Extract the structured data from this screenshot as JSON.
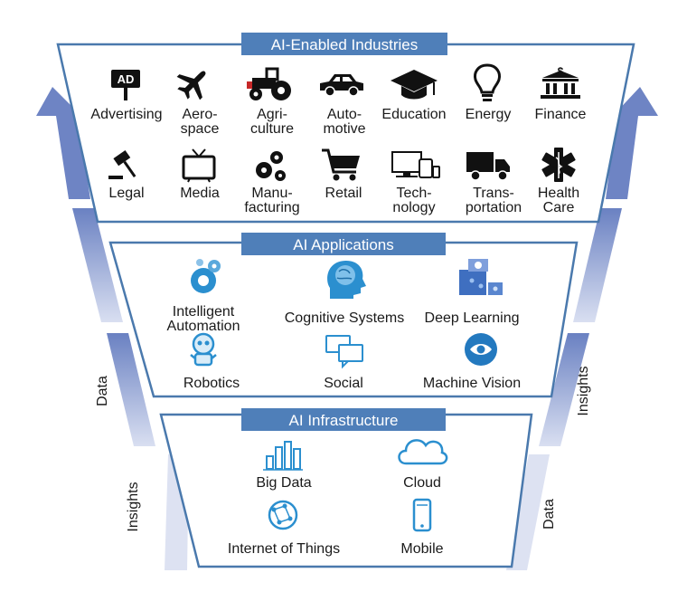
{
  "colors": {
    "frame": "#4a79ad",
    "header_fill": "#4f7fb9",
    "icon_dark": "#111111",
    "icon_blue": "#2b8fcf",
    "arrow_light": "#c9d2ec",
    "arrow_dark": "#6e84c4"
  },
  "tiers": {
    "industries": {
      "title": "AI-Enabled Industries",
      "items": [
        {
          "icon": "ad-sign-icon",
          "lines": [
            "Advertising"
          ]
        },
        {
          "icon": "airplane-icon",
          "lines": [
            "Aero-",
            "space"
          ]
        },
        {
          "icon": "tractor-icon",
          "lines": [
            "Agri-",
            "culture"
          ]
        },
        {
          "icon": "car-icon",
          "lines": [
            "Auto-",
            "motive"
          ]
        },
        {
          "icon": "graduation-cap-icon",
          "lines": [
            "Education"
          ]
        },
        {
          "icon": "lightbulb-icon",
          "lines": [
            "Energy"
          ]
        },
        {
          "icon": "bank-icon",
          "lines": [
            "Finance"
          ]
        },
        {
          "icon": "gavel-icon",
          "lines": [
            "Legal"
          ]
        },
        {
          "icon": "tv-icon",
          "lines": [
            "Media"
          ]
        },
        {
          "icon": "gears-icon",
          "lines": [
            "Manu-",
            "facturing"
          ]
        },
        {
          "icon": "shopping-cart-icon",
          "lines": [
            "Retail"
          ]
        },
        {
          "icon": "devices-icon",
          "lines": [
            "Tech-",
            "nology"
          ]
        },
        {
          "icon": "truck-icon",
          "lines": [
            "Trans-",
            "portation"
          ]
        },
        {
          "icon": "star-of-life-icon",
          "lines": [
            "Health",
            "Care"
          ]
        }
      ]
    },
    "applications": {
      "title": "AI Applications",
      "items": [
        {
          "icon": "automation-gears-icon",
          "lines": [
            "Intelligent",
            "Automation"
          ]
        },
        {
          "icon": "brain-head-icon",
          "lines": [
            "Cognitive Systems"
          ]
        },
        {
          "icon": "neural-network-icon",
          "lines": [
            "Deep Learning"
          ]
        },
        {
          "icon": "robot-icon",
          "lines": [
            "Robotics"
          ]
        },
        {
          "icon": "chat-bubbles-icon",
          "lines": [
            "Social"
          ]
        },
        {
          "icon": "eye-icon",
          "lines": [
            "Machine Vision"
          ]
        }
      ]
    },
    "infrastructure": {
      "title": "AI Infrastructure",
      "items": [
        {
          "icon": "bar-chart-icon",
          "lines": [
            "Big Data"
          ]
        },
        {
          "icon": "cloud-icon",
          "lines": [
            "Cloud"
          ]
        },
        {
          "icon": "globe-network-icon",
          "lines": [
            "Internet of Things"
          ]
        },
        {
          "icon": "smartphone-icon",
          "lines": [
            "Mobile"
          ]
        }
      ]
    }
  },
  "side_labels": {
    "left_upper": "Data",
    "left_lower": "Insights",
    "right_upper": "Insights",
    "right_lower": "Data"
  }
}
